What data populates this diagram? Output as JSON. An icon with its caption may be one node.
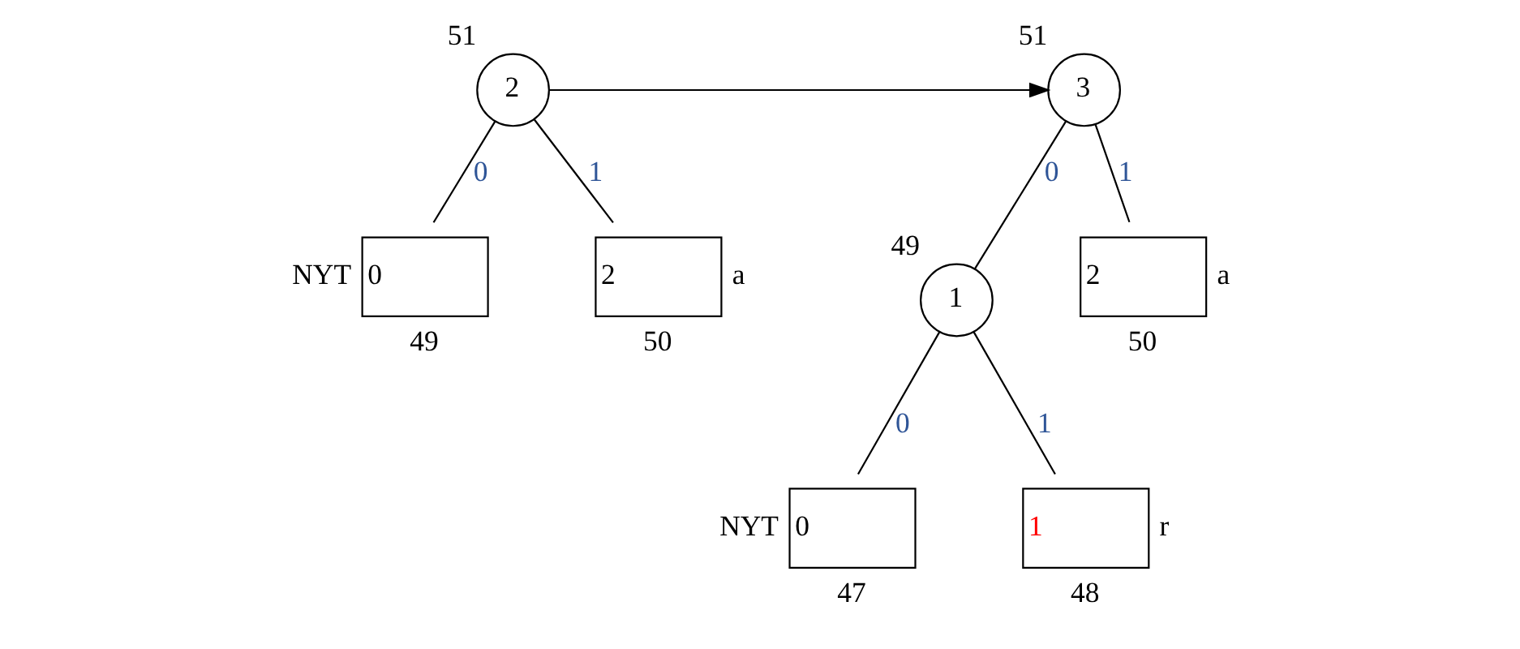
{
  "diagram": {
    "nodes": [
      {
        "text": [
          "2"
        ],
        "beside": [
          "51"
        ]
      },
      {
        "text": [
          "0"
        ],
        "beside": [
          "NYT",
          "49"
        ]
      },
      {
        "text": [
          "2"
        ],
        "beside": [
          "a",
          "50"
        ]
      },
      {
        "text": [
          "3"
        ],
        "beside": [
          "51"
        ]
      },
      {
        "text": [
          "1"
        ],
        "beside": [
          "49"
        ]
      },
      {
        "text": [
          "2"
        ],
        "beside": [
          "a",
          "50"
        ]
      },
      {
        "text": [
          "0"
        ],
        "beside": [
          "NYT",
          "47"
        ]
      },
      {
        "text": [
          "1"
        ],
        "beside": [
          "r",
          "48"
        ]
      }
    ],
    "edges": [
      {
        "from": 0,
        "to": 1,
        "arrow": "none",
        "label": "0"
      },
      {
        "from": 0,
        "to": 2,
        "arrow": "none",
        "label": "1"
      },
      {
        "from": 0,
        "to": 3,
        "arrow": "to"
      },
      {
        "from": 3,
        "to": 4,
        "arrow": "none",
        "label": "0"
      },
      {
        "from": 3,
        "to": 5,
        "arrow": "none",
        "label": "1"
      },
      {
        "from": 4,
        "to": 6,
        "arrow": "none",
        "label": "0"
      },
      {
        "from": 4,
        "to": 7,
        "arrow": "none",
        "label": "1"
      }
    ]
  }
}
